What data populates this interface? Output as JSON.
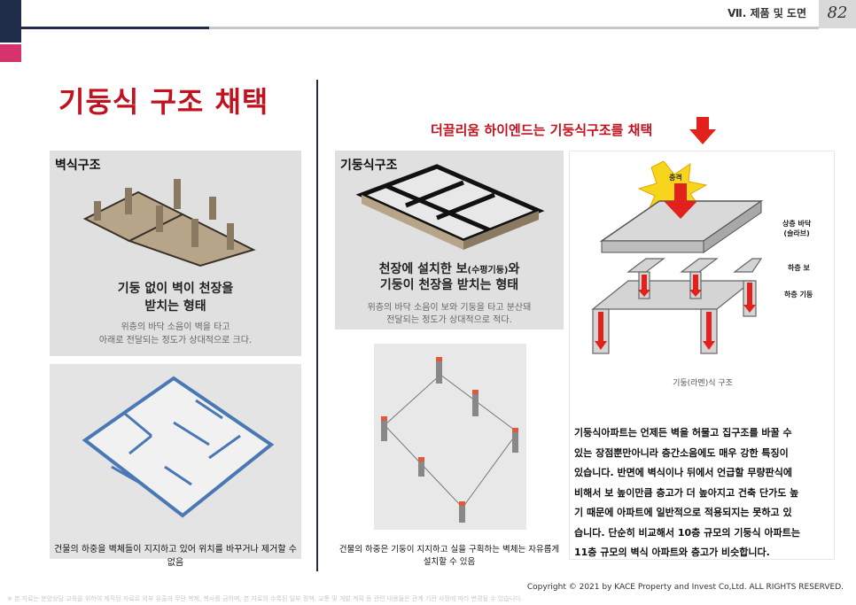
{
  "header": {
    "chapter": "Ⅶ. 제품 및 도면",
    "page_number": "82"
  },
  "title": "기둥식 구조 채택",
  "subtitle": "더끌리움 하이엔드는 기둥식구조를 채택",
  "left": {
    "wall_panel": {
      "label": "벽식구조",
      "main_text_1": "기둥 없이 벽이 천장을",
      "main_text_2": "받치는 형태",
      "sub_text_1": "위층의 바닥 소음이 벽을 타고",
      "sub_text_2": "아래로 전달되는 정도가 상대적으로 크다."
    },
    "wall_caption": "건물의 하중을 벽체들이 지지하고 있어 위치를 바꾸거나 제거할 수 없음"
  },
  "middle": {
    "column_panel": {
      "label": "기둥식구조",
      "main_text_1a": "천장에 설치한 보",
      "main_text_1b": "(수평기둥)",
      "main_text_1c": "와",
      "main_text_2": "기둥이 천장을 받치는 형태",
      "sub_text_1": "위층의 바닥 소음이 보와 기둥을 타고 분산돼",
      "sub_text_2": "전달되는 정도가 상대적으로 적다."
    },
    "column_caption": "건물의 하중은 기둥이 지지하고 실을 구획하는 벽체는 자유롭게 설치할 수 있음"
  },
  "right": {
    "impact_label": "충격",
    "labels": {
      "upper_floor_1": "상층 바닥",
      "upper_floor_2": "(슬라브)",
      "lower_beam": "하층 보",
      "lower_column": "하층 기둥"
    },
    "diagram_caption": "기둥(라멘)식 구조",
    "body_lines": [
      "기둥식아파트는 언제든 벽을 허물고 집구조를 바꿀 수",
      "있는 장점뿐만아니라 층간소음에도 매우 강한 특징이",
      "있습니다. 반면에 벽식이나 뒤에서 언급할 무량판식에",
      "비해서 보 높이만큼 층고가 더 높아지고 건축 단가도 높",
      "기 때문에 아파트에 일반적으로 적용되지는 못하고 있",
      "습니다. 단순히 비교해서 10층 규모의 기둥식 아파트는",
      "11층 규모의 벽식 아파트와 층고가 비슷합니다."
    ]
  },
  "footer": {
    "copyright": "Copyright © 2021 by KACE Property and Invest Co,Ltd. ALL RIGHTS RESERVED.",
    "footnote": "※ 본 자료는 분양상담 교육을 위하여 제작된 자료로 외부 유출과 무단 복제, 복사를 금하며, 본 자료의 수록된 일부 정책, 교통 및 개발 계획 등 관련 내용들은 관계 기관 사정에 따라 변경될 수 있습니다."
  },
  "colors": {
    "accent_red": "#c1121f",
    "navy": "#1f2d4a",
    "pink": "#d6336c"
  }
}
